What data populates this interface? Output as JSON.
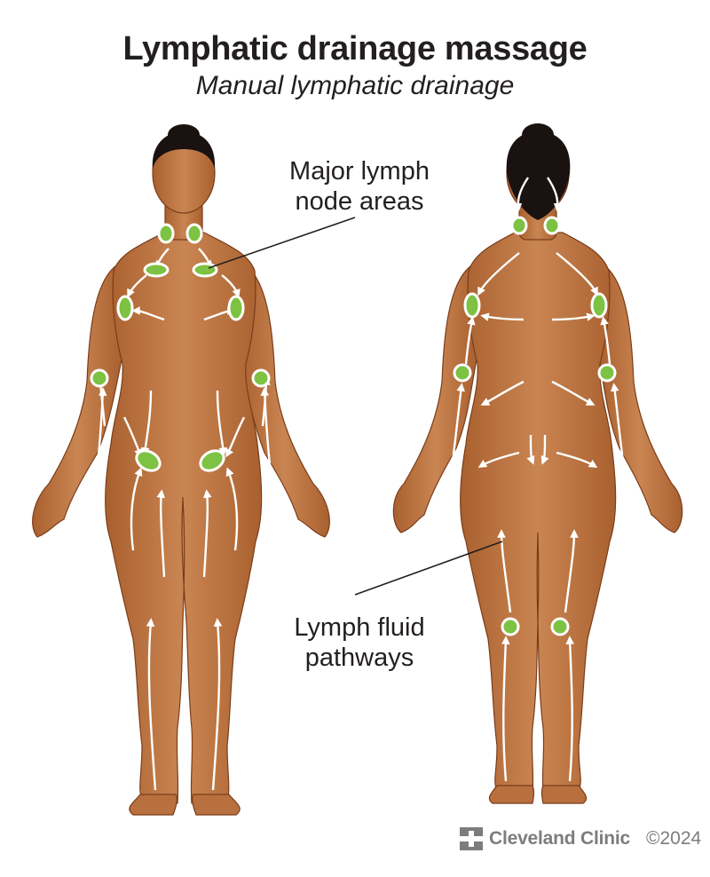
{
  "header": {
    "title": "Lymphatic drainage massage",
    "subtitle": "Manual lymphatic drainage"
  },
  "callouts": {
    "nodes": "Major lymph node areas",
    "nodes_line1": "Major lymph",
    "nodes_line2": "node areas",
    "pathways": "Lymph fluid pathways",
    "pathways_line1": "Lymph fluid",
    "pathways_line2": "pathways"
  },
  "figures": {
    "front": {
      "view": "front",
      "lymph_nodes": [
        "neck-left",
        "neck-right",
        "collarbone-left",
        "collarbone-right",
        "armpit-left",
        "armpit-right",
        "elbow-left",
        "elbow-right",
        "groin-left",
        "groin-right"
      ]
    },
    "back": {
      "view": "back",
      "lymph_nodes": [
        "neck-left",
        "neck-right",
        "armpit-left",
        "armpit-right",
        "elbow-left",
        "elbow-right",
        "knee-left",
        "knee-right"
      ]
    }
  },
  "colors": {
    "skin": "#b8703f",
    "skin_light": "#cf8a57",
    "skin_outline": "#7a3d1a",
    "hair": "#1a1210",
    "node_fill": "#7dc242",
    "node_ring": "#ffffff",
    "node_outline": "#5aa02c",
    "arrow": "#ffffff",
    "text": "#231f20",
    "footer_gray": "#7d7d7d"
  },
  "footer": {
    "brand": "Cleveland Clinic",
    "copyright": "©2024"
  }
}
